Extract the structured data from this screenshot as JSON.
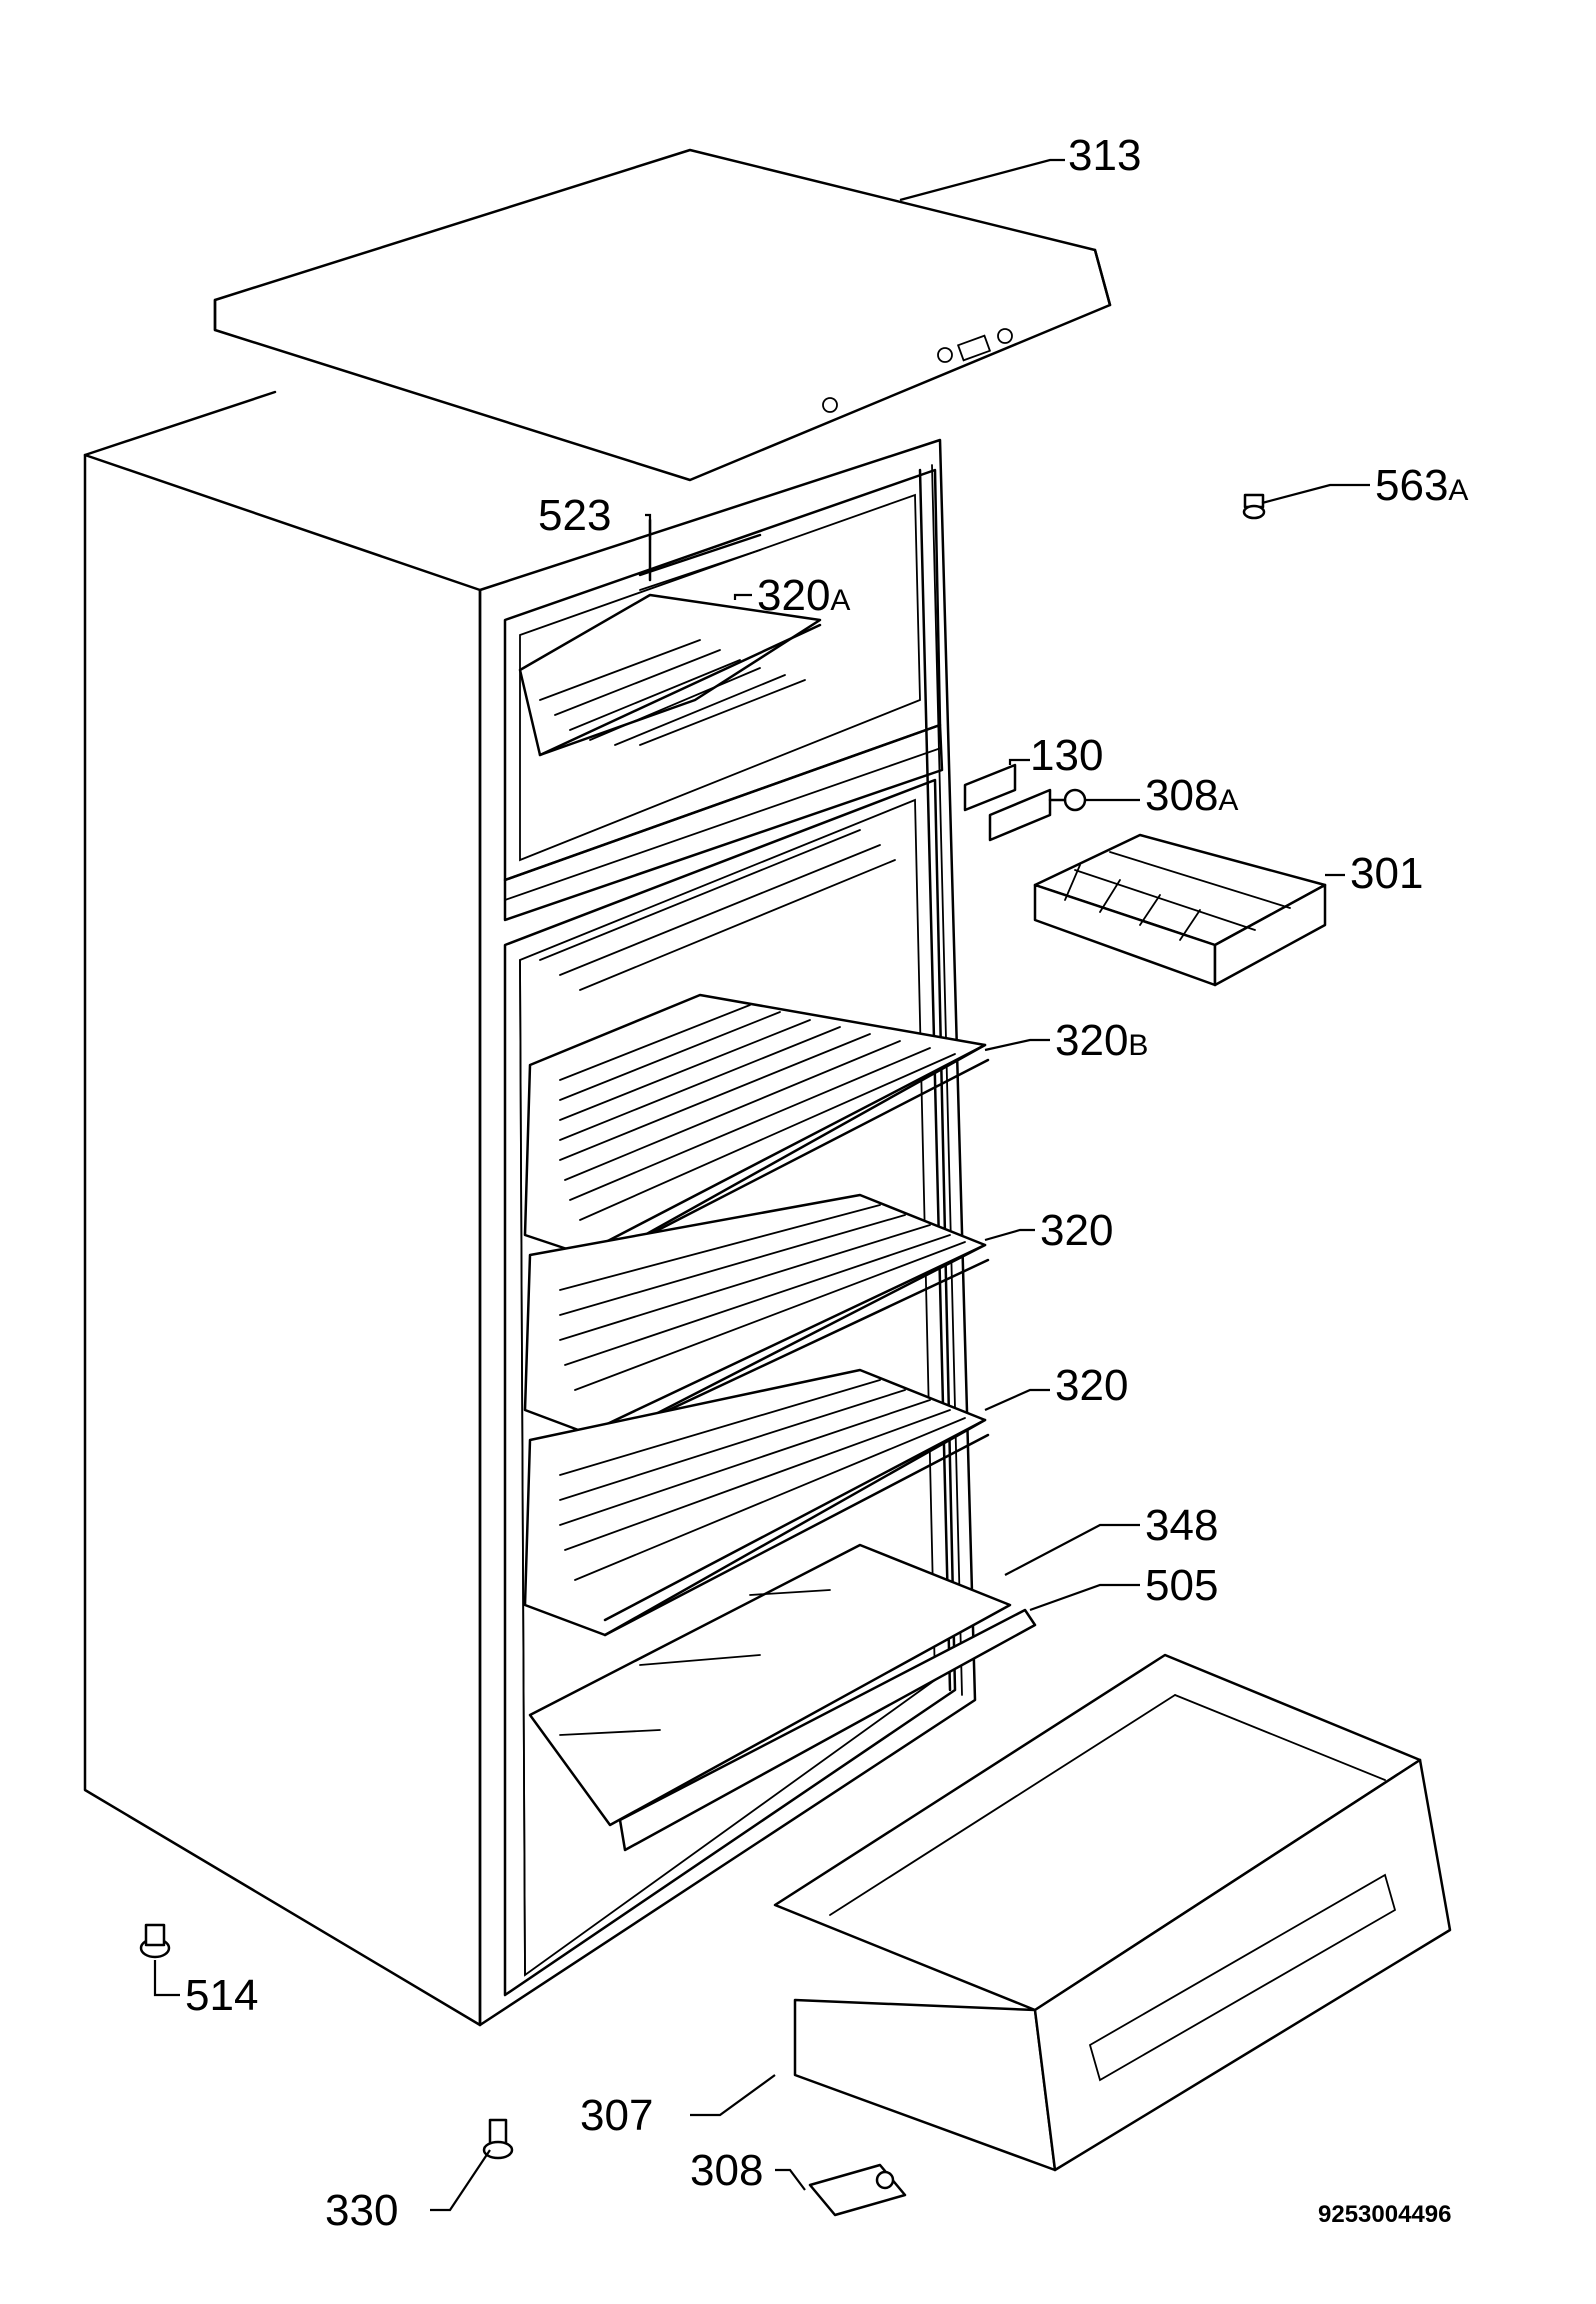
{
  "callouts": {
    "p313": "313",
    "p563a_num": "563",
    "p563a_suffix": "A",
    "p523": "523",
    "p320a_num": "320",
    "p320a_suffix": "A",
    "p130": "130",
    "p308a_num": "308",
    "p308a_suffix": "A",
    "p301": "301",
    "p320b_num": "320",
    "p320b_suffix": "B",
    "p320_upper": "320",
    "p320_lower": "320",
    "p348": "348",
    "p505": "505",
    "p514": "514",
    "p307": "307",
    "p308": "308",
    "p330": "330"
  },
  "document_number": "9253004496"
}
